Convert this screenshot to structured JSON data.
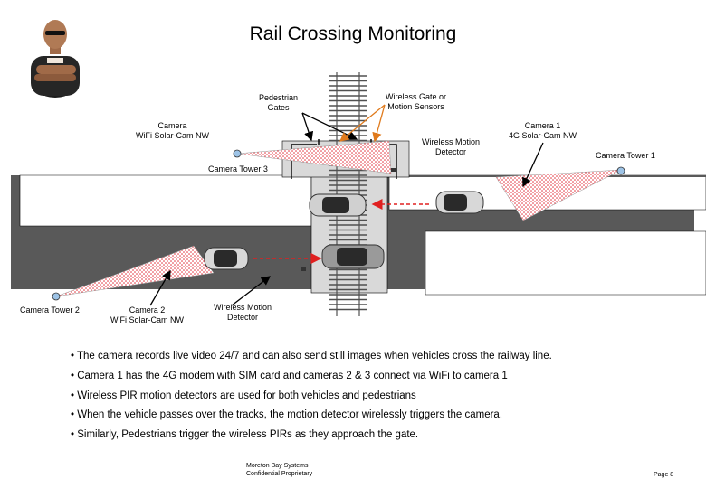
{
  "title": "Rail Crossing Monitoring",
  "labels": {
    "pedestrian_gates": [
      "Pedestrian",
      "Gates"
    ],
    "wireless_gate": [
      "Wireless Gate or",
      "Motion Sensors"
    ],
    "camera_wifi_nw": [
      "Camera",
      "WiFi Solar-Cam NW"
    ],
    "camera1": [
      "Camera 1",
      "4G Solar-Cam NW"
    ],
    "wireless_motion_top": [
      "Wireless Motion",
      "Detector"
    ],
    "camera_tower_1": "Camera Tower 1",
    "camera_tower_3": "Camera Tower 3",
    "camera_tower_2": "Camera Tower 2",
    "camera2": [
      "Camera 2",
      "WiFi Solar-Cam NW"
    ],
    "wireless_motion_bottom": [
      "Wireless Motion",
      "Detector"
    ]
  },
  "bullets": [
    "• The camera records live video 24/7 and can also send still images when vehicles cross the railway line.",
    "• Camera 1 has the 4G modem with SIM card and cameras 2 & 3 connect via WiFi to camera 1",
    "• Wireless PIR motion detectors  are used for both vehicles and pedestrians",
    "• When the vehicle passes over the tracks, the motion detector  wirelessly triggers the camera.",
    "• Similarly, Pedestrians trigger the wireless PIRs as they approach the gate."
  ],
  "footer": [
    "Moreton Bay Systems",
    "Confidential Proprietary"
  ],
  "page_label": "Page 8",
  "colors": {
    "road": "#595959",
    "crossing": "#d9d9d9",
    "track": "#505050",
    "beam_dots": "#e0202c",
    "motion_arrow": "#e02020",
    "gate_pointer": "#e07a1c",
    "tower_dot": "#9dc3e6"
  }
}
